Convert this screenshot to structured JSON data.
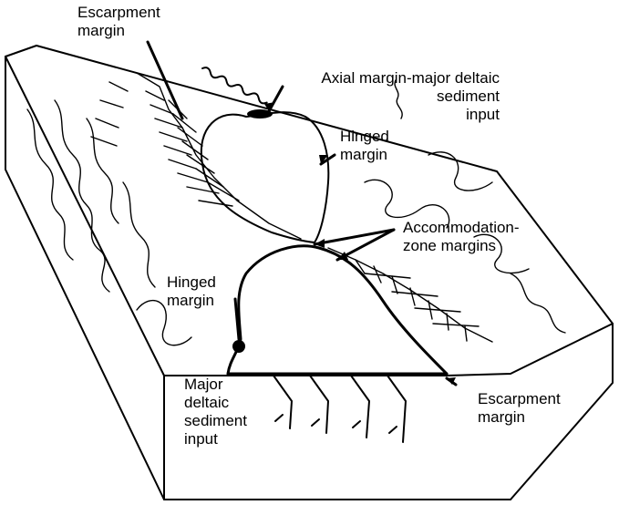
{
  "labels": {
    "escarpment_top": [
      "Escarpment",
      "margin"
    ],
    "axial": [
      "Axial margin-major deltaic",
      "sediment",
      "input"
    ],
    "hinged_upper": [
      "Hinged",
      "margin"
    ],
    "accommodation": [
      "Accommodation-",
      "zone margins"
    ],
    "hinged_lower": [
      "Hinged",
      "margin"
    ],
    "major_deltaic": [
      "Major",
      "deltaic",
      "sediment",
      "input"
    ],
    "escarpment_bottom": [
      "Escarpment",
      "margin"
    ]
  },
  "colors": {
    "ink": "#000000",
    "paper": "#ffffff"
  }
}
